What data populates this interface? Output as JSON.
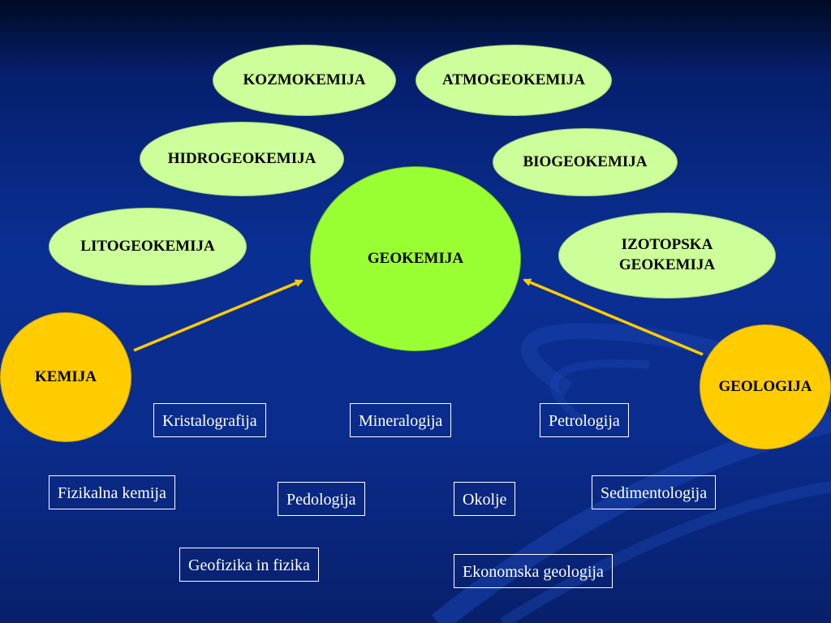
{
  "center": {
    "label": "GEOKEMIJA"
  },
  "branches": {
    "kozmokemija": "KOZMOKEMIJA",
    "atmogeokemija": "ATMOGEOKEMIJA",
    "hidrogeokemija": "HIDROGEOKEMIJA",
    "biogeokemija": "BIOGEOKEMIJA",
    "litogeokemija": "LITOGEOKEMIJA",
    "izotopska": "IZOTOPSKA\nGEOKEMIJA"
  },
  "sources": {
    "kemija": "KEMIJA",
    "geologija": "GEOLOGIJA"
  },
  "related_fields": {
    "kristalografija": "Kristalografija",
    "mineralogija": "Mineralogija",
    "petrologija": "Petrologija",
    "fizikalna_kemija": "Fizikalna kemija",
    "pedologija": "Pedologija",
    "okolje": "Okolje",
    "sedimentologija": "Sedimentologija",
    "geofizika": "Geofizika in fizika",
    "ekonomska_geologija": "Ekonomska geologija"
  },
  "colors": {
    "background": "#0a2f93",
    "branch_fill": "#ccff99",
    "center_fill": "#99ff33",
    "source_fill": "#ffcc00",
    "arrow": "#ffcc00",
    "box_border": "#ffffff"
  }
}
